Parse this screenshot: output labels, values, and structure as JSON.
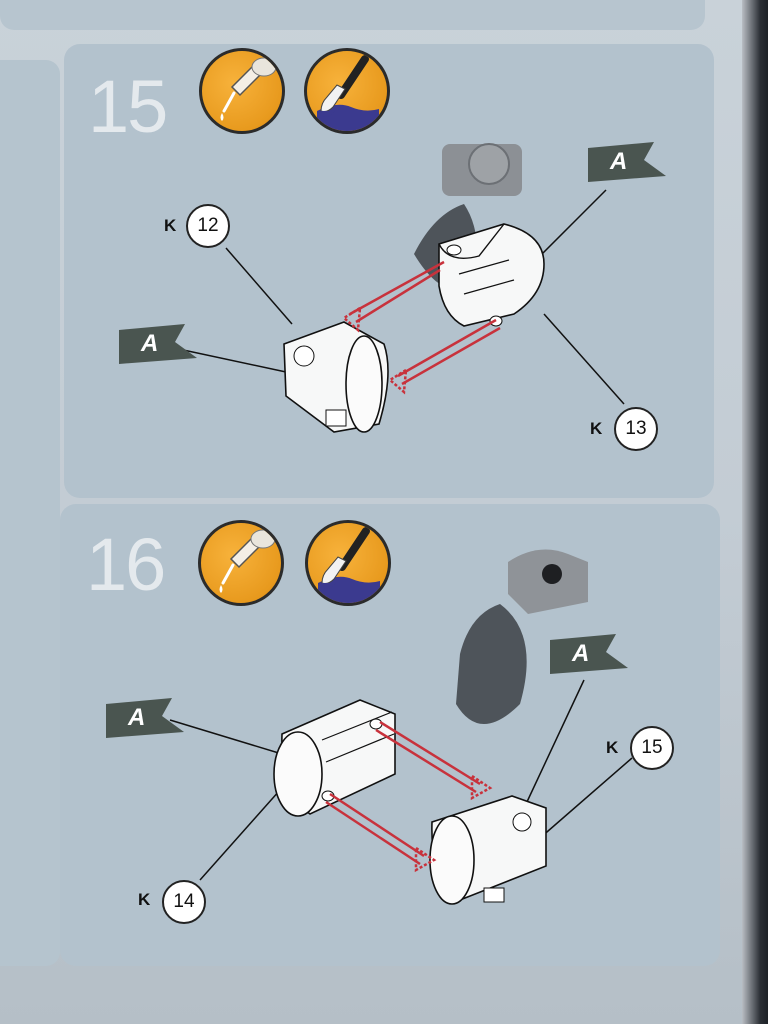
{
  "page": {
    "top_panel": "",
    "left_panel": ""
  },
  "steps": [
    {
      "number": "15",
      "icons": [
        "glue-icon",
        "paint-brush-icon"
      ],
      "flag_left": "A",
      "flag_right": "A",
      "part_left": {
        "prefix": "K",
        "number": "12"
      },
      "part_right": {
        "prefix": "K",
        "number": "13"
      }
    },
    {
      "number": "16",
      "icons": [
        "glue-icon",
        "paint-brush-icon"
      ],
      "flag_left": "A",
      "flag_right": "A",
      "part_left": {
        "prefix": "K",
        "number": "14"
      },
      "part_right": {
        "prefix": "K",
        "number": "15"
      }
    }
  ],
  "colors": {
    "panel": "#b3c2cd",
    "flag": "#4a5550",
    "arrow": "#c8323c",
    "icon_orange": "#e89a1e",
    "paint_blue": "#3b3a8f"
  }
}
